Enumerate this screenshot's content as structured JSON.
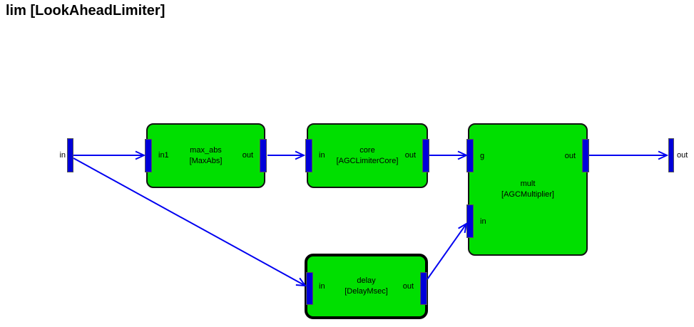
{
  "title": "lim [LookAheadLimiter]",
  "input": {
    "label": "in"
  },
  "output": {
    "label": "out"
  },
  "blocks": [
    {
      "name": "max_abs",
      "type": "[MaxAbs]",
      "ports": {
        "left": "in1",
        "right": "out"
      }
    },
    {
      "name": "core",
      "type": "[AGCLimiterCore]",
      "ports": {
        "left": "in",
        "right": "out"
      }
    },
    {
      "name": "mult",
      "type": "[AGCMultiplier]",
      "ports": {
        "g": "g",
        "in": "in",
        "out": "out"
      }
    },
    {
      "name": "delay",
      "type": "[DelayMsec]",
      "selected": true,
      "ports": {
        "left": "in",
        "right": "out"
      }
    }
  ],
  "colors": {
    "background": "#FFFFFF",
    "block_fill": "#00DF00",
    "block_border": "#000000",
    "selected_border": "#000000",
    "port_fill": "#0000D9",
    "wire": "#0000F0",
    "text": "#000000"
  }
}
